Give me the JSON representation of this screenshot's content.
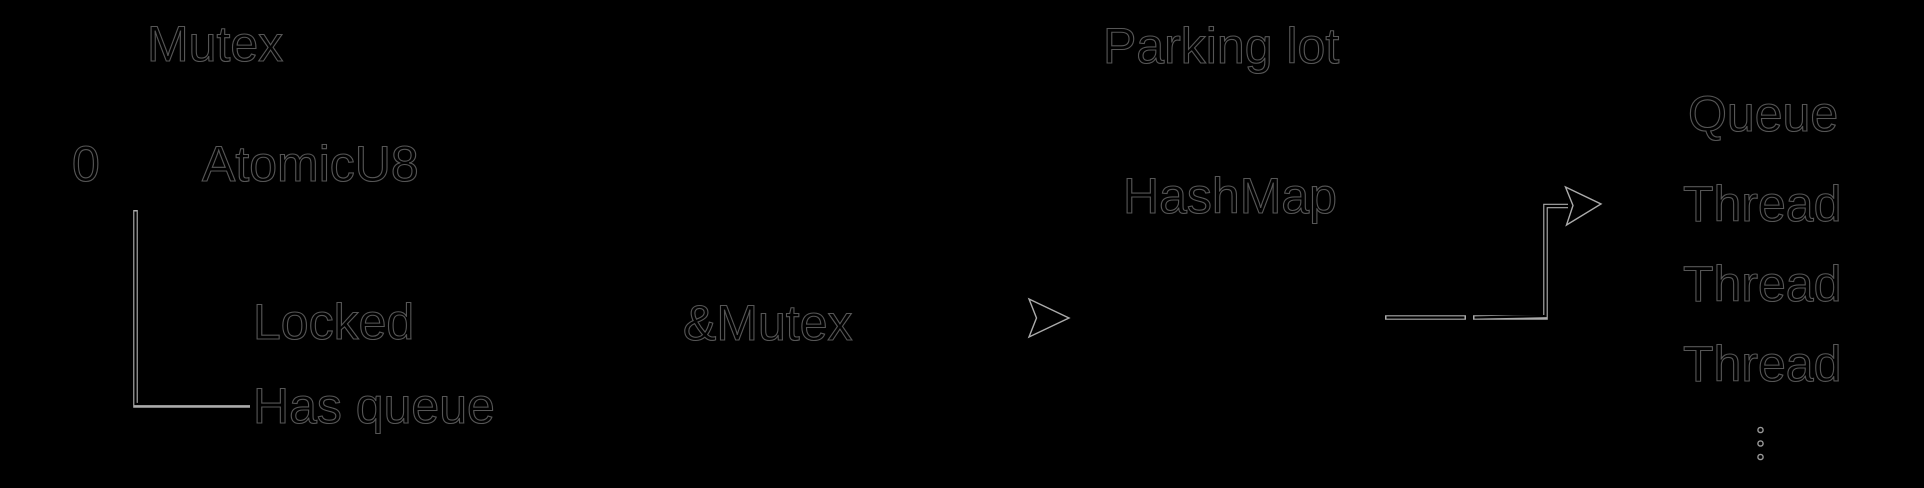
{
  "colors": {
    "background": "#000000",
    "text_outline": "#565656",
    "line_outline": "#ababab",
    "dot_outline": "#999999"
  },
  "mutex": {
    "title": "Mutex",
    "state_value": "0",
    "storage_type": "AtomicU8",
    "bits": [
      "Locked",
      "Has queue"
    ]
  },
  "flow": {
    "reference_label": "&Mutex"
  },
  "parking_lot": {
    "title": "Parking lot",
    "structure_label": "HashMap"
  },
  "queue": {
    "title": "Queue",
    "threads": [
      "Thread",
      "Thread",
      "Thread"
    ],
    "more_indicator": "vertical-ellipsis"
  }
}
